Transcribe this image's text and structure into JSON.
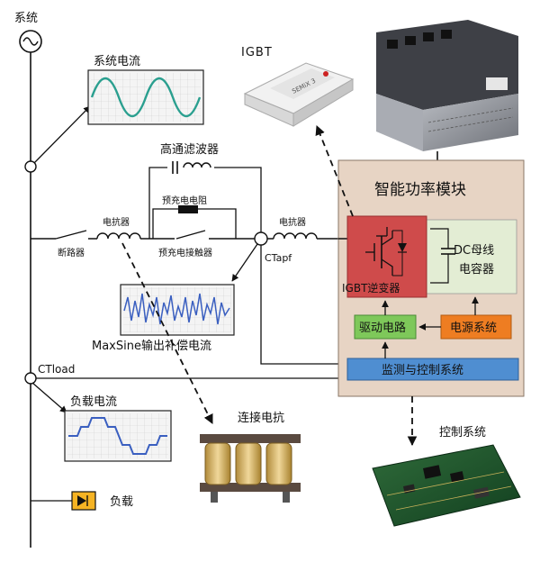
{
  "labels": {
    "system": "系统",
    "system_current": "系统电流",
    "hp_filter": "高通滤波器",
    "precharge_resistor": "预充电电阻",
    "precharge_contactor": "预充电接触器",
    "reactor_left": "电抗器",
    "reactor_right": "电抗器",
    "breaker": "断路器",
    "ctapf": "CTapf",
    "ctload": "CTload",
    "comp_current": "MaxSine输出补偿电流",
    "load_current": "负载电流",
    "load": "负载",
    "conn_reactor": "连接电抗",
    "igbt": "IGBT",
    "module_title": "智能功率模块",
    "igbt_inverter": "IGBT逆变器",
    "dc_bus_cap_line1": "DC母线",
    "dc_bus_cap_line2": "电容器",
    "drive_circuit": "驱动电路",
    "power_system": "电源系统",
    "monitor_control": "监测与控制系统",
    "control_system": "控制系统",
    "igbt_chip_text": "SEMiX 3"
  },
  "colors": {
    "module_bg": "#e7d4c4",
    "igbt_block": "#cf4b4b",
    "dc_block": "#e3edd4",
    "drive_block": "#7ec85a",
    "power_block": "#ee7d22",
    "monitor_block": "#4f8ed1",
    "scope_wave_green": "#2a9f8f",
    "scope_wave_blue": "#3a5fc0"
  }
}
